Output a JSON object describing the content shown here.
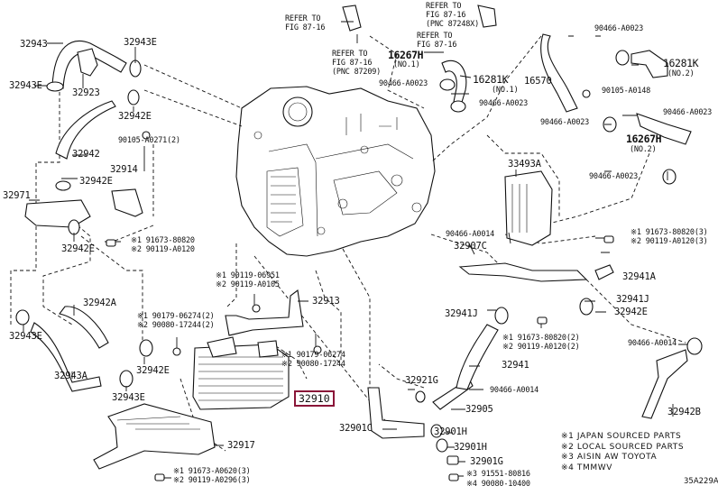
{
  "diagram": {
    "title_code": "35A229A",
    "highlighted_part": "32910",
    "labels": {
      "l32943": "32943",
      "l32943E_top": "32943E",
      "l32943E_left": "32943E",
      "l32923": "32923",
      "l32942E_top": "32942E",
      "l32942": "32942",
      "l90105A0271": "90105-A0271(2)",
      "l32914": "32914",
      "l32971": "32971",
      "l32942E_mid": "32942E",
      "l32942E_low": "32942E",
      "bolt_a_1": "※1 91673-80820",
      "bolt_a_2": "※2 90119-A0120",
      "l32942A": "32942A",
      "l32943E_low": "32943E",
      "l32943A": "32943A",
      "l32942E_cooler": "32942E",
      "l32943E_bottom": "32943E",
      "bolt_b_1": "※1 90179-06274(2)",
      "bolt_b_2": "※2 90080-17244(2)",
      "bolt_c_1": "※1 90119-06951",
      "bolt_c_2": "※2 90119-A0105",
      "l32913": "32913",
      "bolt_d_1": "※1 90179-06274",
      "bolt_d_2": "※2 90080-17244",
      "l32917": "32917",
      "bolt_e_1": "※1 91673-A0620(3)",
      "bolt_e_2": "※2 90119-A0296(3)",
      "ref1_a": "REFER TO",
      "ref1_b": "FIG 87-16",
      "ref2_a": "REFER TO",
      "ref2_b": "FIG 87-16",
      "ref2_c": "(PNC 87209)",
      "ref3_a": "REFER TO",
      "ref3_b": "FIG 87-16",
      "ref3_c": "(PNC 87248X)",
      "ref4_a": "REFER TO",
      "ref4_b": "FIG 87-16",
      "l16267H_1": "16267H",
      "l16267H_1_sub": "(NO.1)",
      "l90466A0023_a": "90466-A0023",
      "l16281K_1": "16281K",
      "l16281K_1_sub": "(NO.1)",
      "l90466A0023_b": "90466-A0023",
      "l16570": "16570",
      "l90466A0023_c": "90466-A0023",
      "l16281K_2": "16281K",
      "l16281K_2_sub": "(NO.2)",
      "l90105A0148": "90105-A0148",
      "l90466A0023_d": "90466-A0023",
      "l90466A0023_e": "90466-A0023",
      "l16267H_2": "16267H",
      "l16267H_2_sub": "(NO.2)",
      "l33493A": "33493A",
      "l90466A0023_f": "90466-A0023",
      "bolt_f_1": "※1 91673-80820(3)",
      "bolt_f_2": "※2 90119-A0120(3)",
      "l90466A0014_a": "90466-A0014",
      "l32907C": "32907C",
      "l32941A": "32941A",
      "l32941J_r": "32941J",
      "l32941J_l": "32941J",
      "l32942E_r": "32942E",
      "bolt_g_1": "※1 91673-80820(2)",
      "bolt_g_2": "※2 90119-A0120(2)",
      "l90466A0014_b": "90466-A0014",
      "l32941": "32941",
      "l32921G": "32921G",
      "l90466A0014_c": "90466-A0014",
      "l32905": "32905",
      "l32942B": "32942B",
      "l32901C": "32901C",
      "l32901H_a": "32901H",
      "l32901H_b": "32901H",
      "l32901G": "32901G",
      "bolt_h_1": "※3 91551-80816",
      "bolt_h_2": "※4 90080-10400"
    },
    "legend": [
      "※1 JAPAN SOURCED PARTS",
      "※2 LOCAL SOURCED PARTS",
      "※3 AISIN AW TOYOTA",
      "※4 TMMWV"
    ]
  }
}
